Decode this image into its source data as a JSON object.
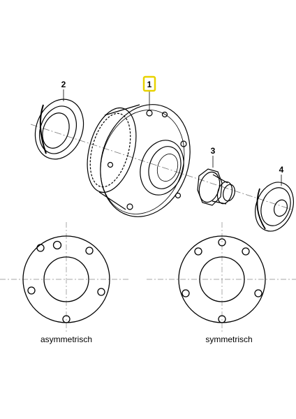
{
  "diagram": {
    "callouts": [
      {
        "id": "1",
        "label": "1",
        "highlight_color": "#e8d200"
      },
      {
        "id": "2",
        "label": "2"
      },
      {
        "id": "3",
        "label": "3"
      },
      {
        "id": "4",
        "label": "4"
      }
    ],
    "captions": {
      "left": "asymmetrisch",
      "right": "symmetrisch"
    }
  },
  "colors": {
    "line": "#000000",
    "center_line": "#777777",
    "callout_1_box": "#e8d200"
  }
}
